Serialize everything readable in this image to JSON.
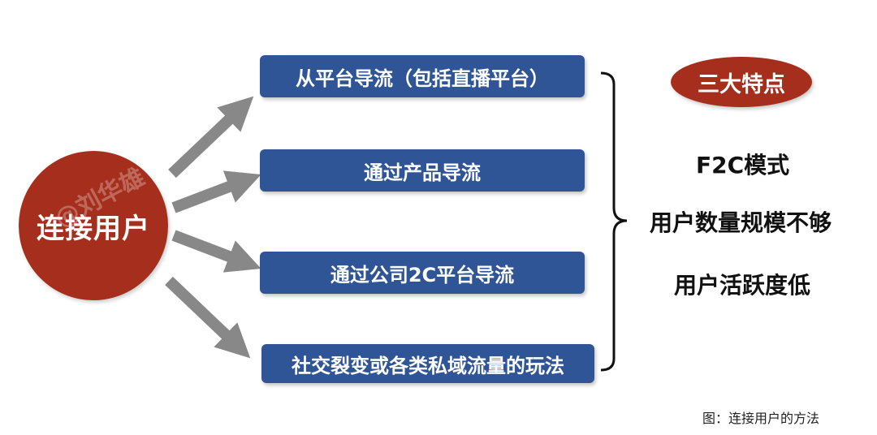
{
  "center_node": {
    "label": "连接用户",
    "color": "#a52f1c"
  },
  "watermark": "@刘华雄",
  "methods": [
    {
      "label": "从平台导流（包括直播平台）"
    },
    {
      "label": "通过产品导流"
    },
    {
      "label": "通过公司2C平台导流"
    },
    {
      "label": "社交裂变或各类私域流量的玩法"
    }
  ],
  "method_color": "#2f5597",
  "arrow_color": "#888888",
  "features": {
    "title": "三大特点",
    "items": [
      "F2C模式",
      "用户数量规模不够",
      "用户活跃度低"
    ]
  },
  "caption": "图：连接用户的方法"
}
